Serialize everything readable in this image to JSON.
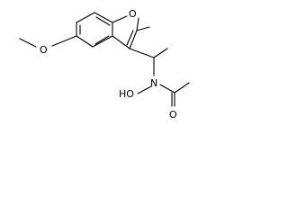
{
  "title": "",
  "molecule": {
    "atoms": {
      "ring_oxygen": "O",
      "methoxy_oxygen": "O",
      "nitrogen": "N",
      "hydroxy": "HO",
      "carbonyl_oxygen": "O"
    }
  },
  "colors": {
    "bond": "#000000",
    "label": "#000000",
    "background": "#ffffff"
  }
}
